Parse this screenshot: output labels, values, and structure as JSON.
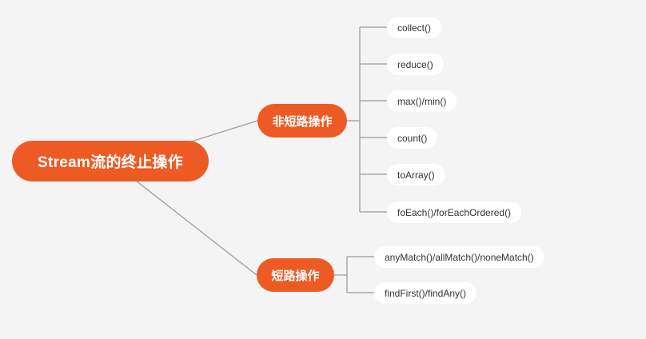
{
  "root": {
    "label": "Stream流的终止操作"
  },
  "branches": [
    {
      "label": "非短路操作",
      "items": [
        "collect()",
        "reduce()",
        "max()/min()",
        "count()",
        "toArray()",
        "foEach()/forEachOrdered()"
      ]
    },
    {
      "label": "短路操作",
      "items": [
        "anyMatch()/allMatch()/noneMatch()",
        "findFirst()/findAny()"
      ]
    }
  ],
  "colors": {
    "node_fill": "#ee5a24",
    "node_text": "#ffffff",
    "leaf_fill": "#ffffff",
    "leaf_text": "#333333",
    "line": "#a8a8a8",
    "background": "#f4f4f4"
  }
}
